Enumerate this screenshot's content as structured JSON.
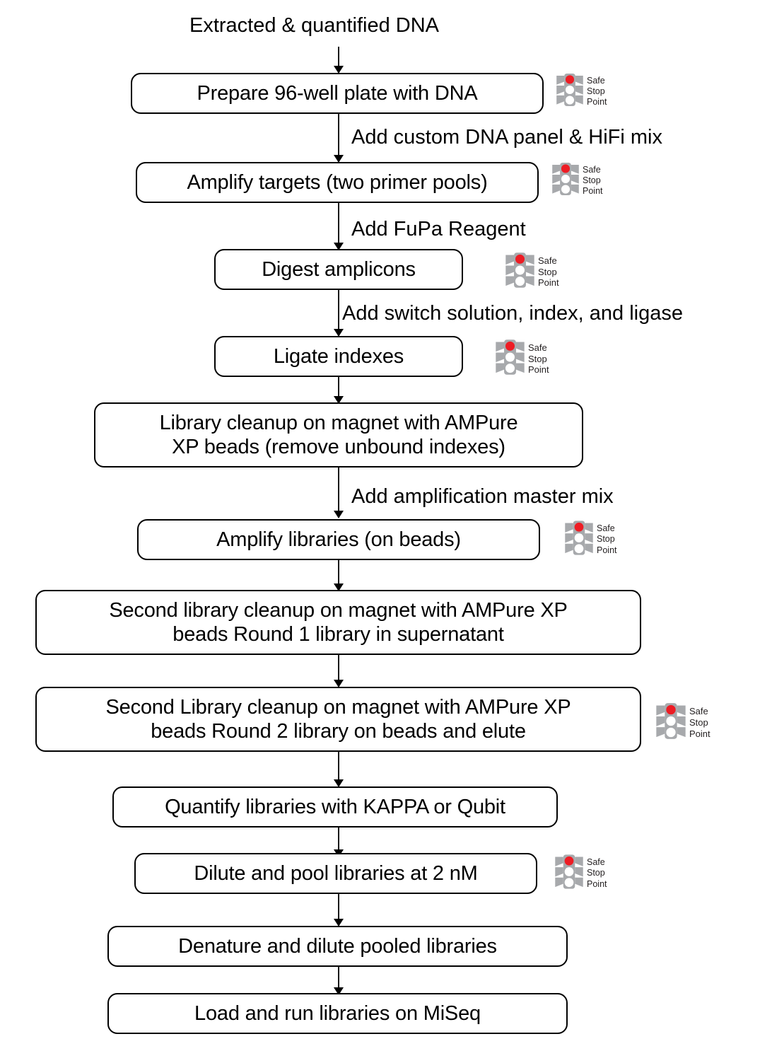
{
  "diagram": {
    "title": "Extracted & quantified DNA",
    "type": "flowchart",
    "orientation": "top-to-bottom",
    "colors": {
      "box_border": "#000000",
      "box_fill": "#ffffff",
      "text": "#000000",
      "arrow": "#1a1a1a",
      "traffic_light_body": "#a7a9ac",
      "traffic_light_red": "#ed1c24",
      "traffic_light_off": "#ffffff",
      "traffic_light_label": "#231f20"
    }
  },
  "start_label": "Extracted & quantified DNA",
  "safe_stop_point": {
    "line1": "Safe",
    "line2": "Stop",
    "line3": "Point",
    "full": "Safe Stop Point"
  },
  "nodes": [
    {
      "id": "n1",
      "label": "Prepare 96-well plate with DNA",
      "has_stop_point": true
    },
    {
      "id": "n2",
      "label": "Amplify targets (two primer pools)",
      "has_stop_point": true
    },
    {
      "id": "n3",
      "label": "Digest amplicons",
      "has_stop_point": true
    },
    {
      "id": "n4",
      "label": "Ligate indexes",
      "has_stop_point": true
    },
    {
      "id": "n5",
      "label": "Library cleanup on magnet with AMPure\nXP beads (remove unbound indexes)",
      "has_stop_point": false
    },
    {
      "id": "n6",
      "label": "Amplify libraries (on beads)",
      "has_stop_point": true
    },
    {
      "id": "n7",
      "label": "Second library cleanup on magnet with AMPure XP\nbeads Round 1 library in supernatant",
      "has_stop_point": false
    },
    {
      "id": "n8",
      "label": "Second Library cleanup on magnet with AMPure XP\nbeads Round 2 library on beads and elute",
      "has_stop_point": true
    },
    {
      "id": "n9",
      "label": "Quantify libraries with KAPPA or Qubit",
      "has_stop_point": false
    },
    {
      "id": "n10",
      "label": "Dilute and pool libraries at 2 nM",
      "has_stop_point": true
    },
    {
      "id": "n11",
      "label": "Denature and dilute pooled libraries",
      "has_stop_point": false
    },
    {
      "id": "n12",
      "label": "Load and run libraries on MiSeq",
      "has_stop_point": false
    }
  ],
  "edge_labels": [
    {
      "id": "e1",
      "text": "Add custom DNA panel & HiFi mix"
    },
    {
      "id": "e2",
      "text": "Add FuPa Reagent"
    },
    {
      "id": "e3",
      "text": "Add switch solution, index, and ligase"
    },
    {
      "id": "e4",
      "text": "Add amplification master mix"
    }
  ]
}
